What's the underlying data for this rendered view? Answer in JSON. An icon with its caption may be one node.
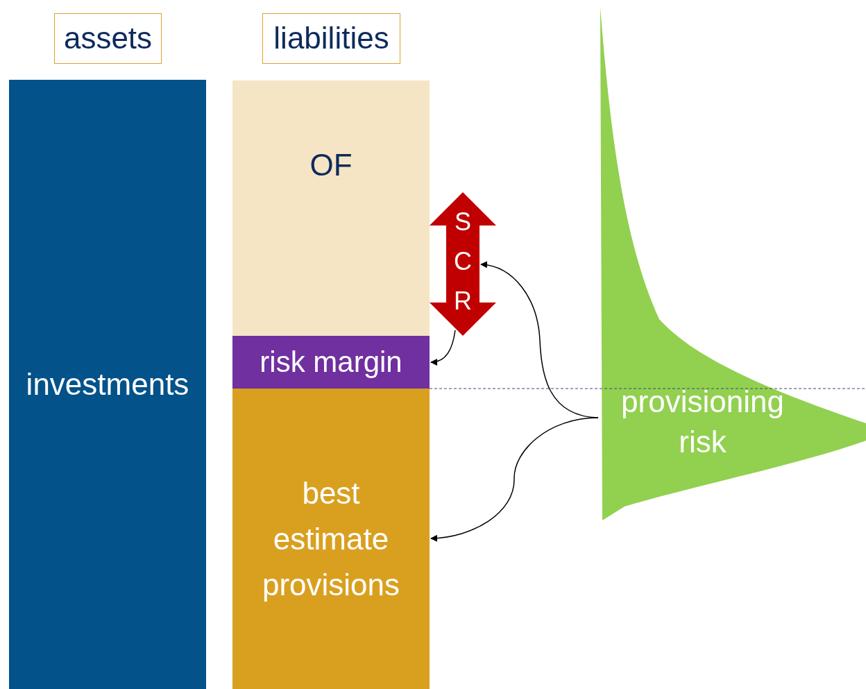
{
  "diagram": {
    "nodes": [
      {
        "text": [
          "assets"
        ]
      },
      {
        "text": [
          "liabilities"
        ]
      },
      {
        "text": [
          "investments"
        ]
      },
      {
        "text": [
          "OF"
        ]
      },
      {
        "text": [
          "risk margin"
        ]
      },
      {
        "text": [
          "best estimate provisions"
        ]
      },
      {
        "text": [
          "S C R"
        ]
      },
      {
        "text": [
          "provisioning risk"
        ]
      }
    ],
    "edges": [
      {
        "from": 6,
        "to": 4,
        "arrow": "to"
      },
      {
        "from": 7,
        "to": 6,
        "arrow": "to"
      },
      {
        "from": 7,
        "to": 5,
        "arrow": "to"
      }
    ]
  }
}
